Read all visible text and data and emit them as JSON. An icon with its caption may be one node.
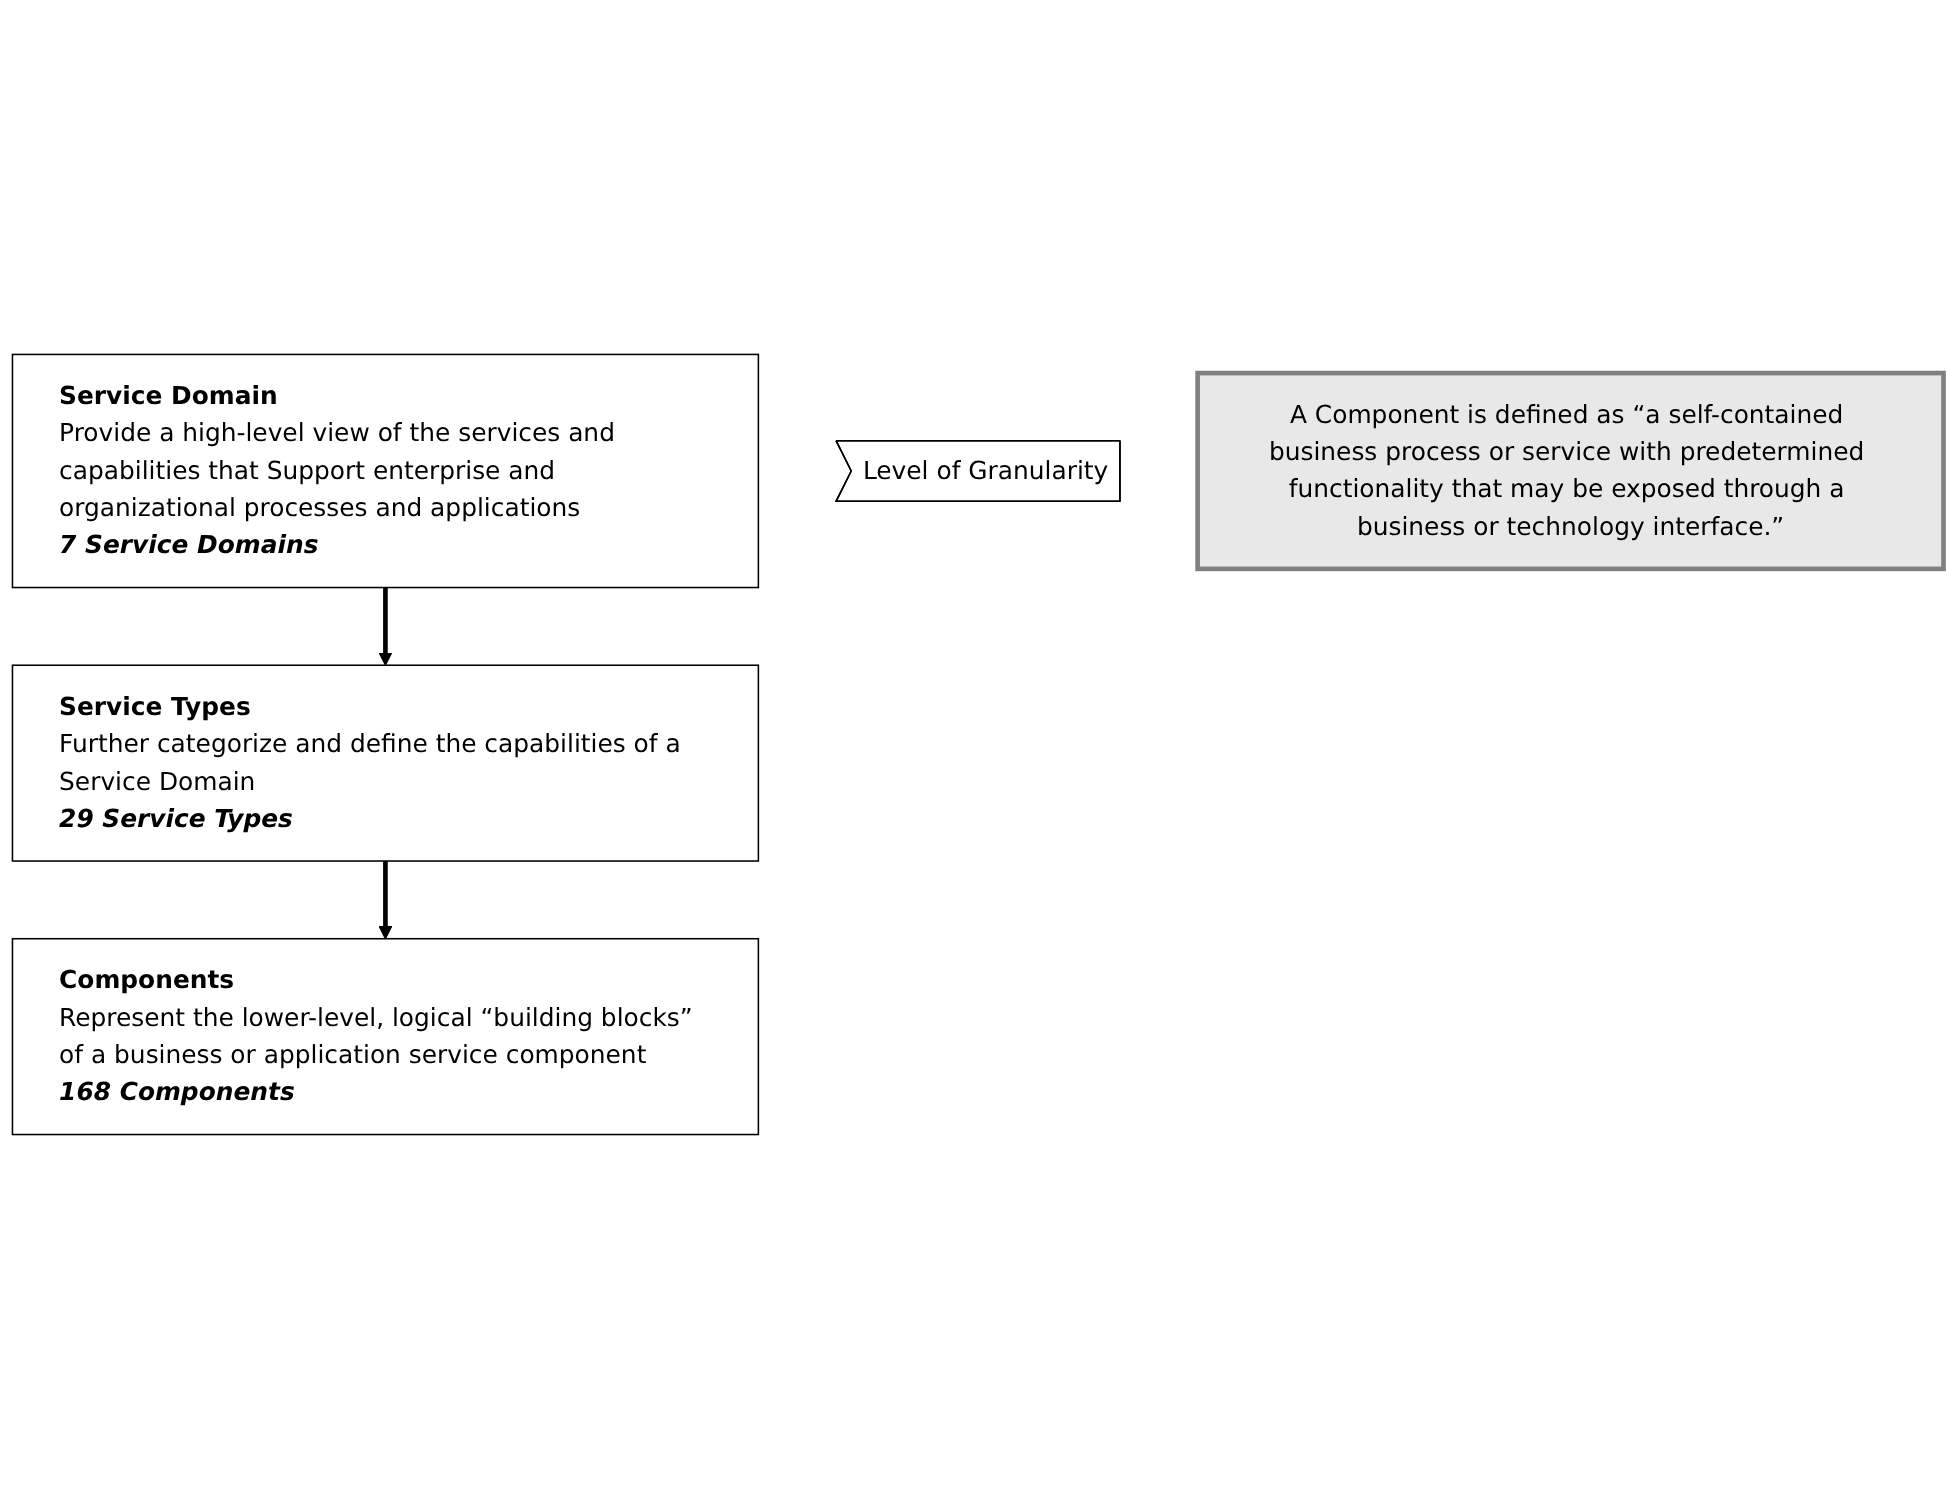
{
  "diagram": {
    "nodes": [
      {
        "text": [
          "Service Domain",
          "Provide a high-level view of the services and capabilities that Support enterprise and organizational processes and applications",
          "7 Service Domains"
        ]
      },
      {
        "text": [
          "Level of Granularity"
        ]
      },
      {
        "text": [
          "Service Types",
          "Further categorize and define the capabilities of a Service Domain",
          "29 Service Types"
        ]
      },
      {
        "text": [
          "Components",
          "Represent the lower-level, logical “building blocks” of a business or application service component",
          "168 Components"
        ]
      },
      {
        "text": [
          "A Component is defined as “a self-contained business process or service with predetermined functionality that may be exposed through a business or technology interface.”"
        ]
      }
    ],
    "edges": [
      {
        "from": 0,
        "to": 2,
        "arrow": "to"
      },
      {
        "from": 2,
        "to": 3,
        "arrow": "to"
      }
    ]
  }
}
